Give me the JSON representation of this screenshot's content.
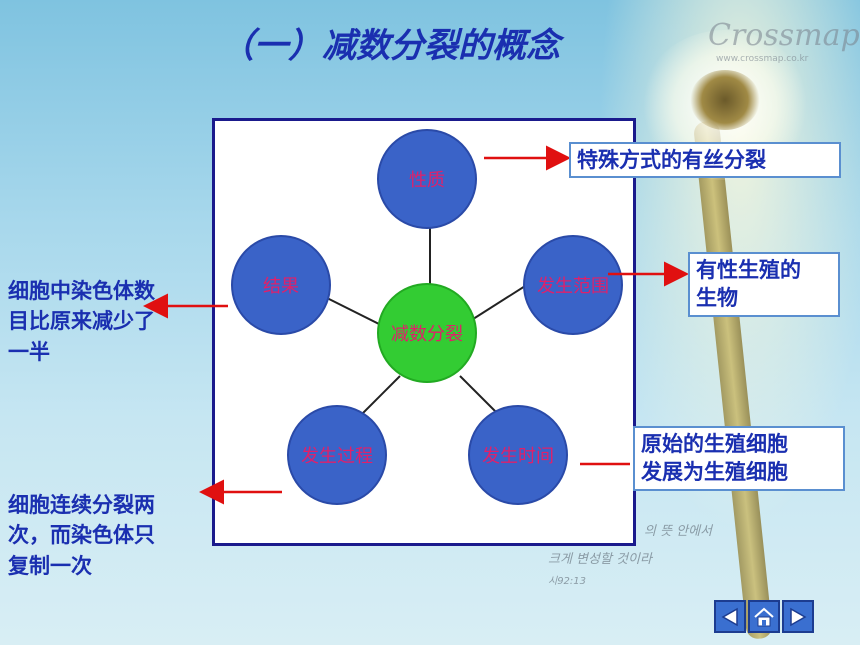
{
  "title": "（一）减数分裂的概念",
  "watermark": {
    "logo": "Crossmap",
    "url": "www.crossmap.co.kr"
  },
  "diagram": {
    "center": "减数分裂",
    "nodes": {
      "top": "性质",
      "right": "发生范围",
      "bottom_right": "发生时间",
      "bottom_left": "发生过程",
      "left": "结果"
    }
  },
  "callouts": {
    "nature": "特殊方式的有丝分裂",
    "scope": [
      "有性生殖的",
      "生物"
    ],
    "timing": [
      "原始的生殖细胞",
      "发展为生殖细胞"
    ],
    "result": [
      "细胞中染色体数",
      "目比原来减少了",
      "一半"
    ],
    "process": [
      "细胞连续分裂两",
      "次，而染色体只",
      "复制一次"
    ]
  },
  "background_text": [
    "의 뜻 안에서",
    "크게 변성할 것이라",
    "시92:13"
  ],
  "colors": {
    "title": "#1a2fb0",
    "node": "#3a63c8",
    "center": "#33cc33",
    "node_text": "#e0206a",
    "arrow": "#e01010"
  },
  "nav": [
    "prev-icon",
    "home-icon",
    "next-icon"
  ]
}
